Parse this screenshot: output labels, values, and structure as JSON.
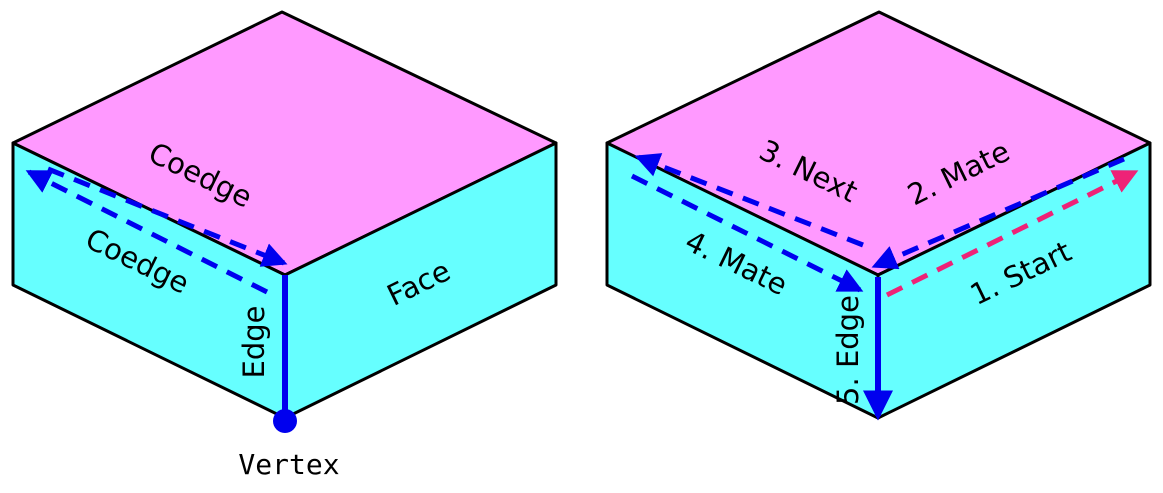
{
  "colors": {
    "top_face": "#FF99FF",
    "side_face": "#66FFFF",
    "outline": "#000000",
    "blue": "#0000EE",
    "red": "#EE2277"
  },
  "left_box": {
    "labels": {
      "coedge_top": "Coedge",
      "coedge_left": "Coedge",
      "face": "Face",
      "edge": "Edge",
      "vertex": "Vertex"
    }
  },
  "right_box": {
    "labels": {
      "next": "3. Next",
      "mate_top": "2. Mate",
      "mate_left": "4. Mate",
      "start": "1. Start",
      "edge": "5. Edge"
    }
  }
}
